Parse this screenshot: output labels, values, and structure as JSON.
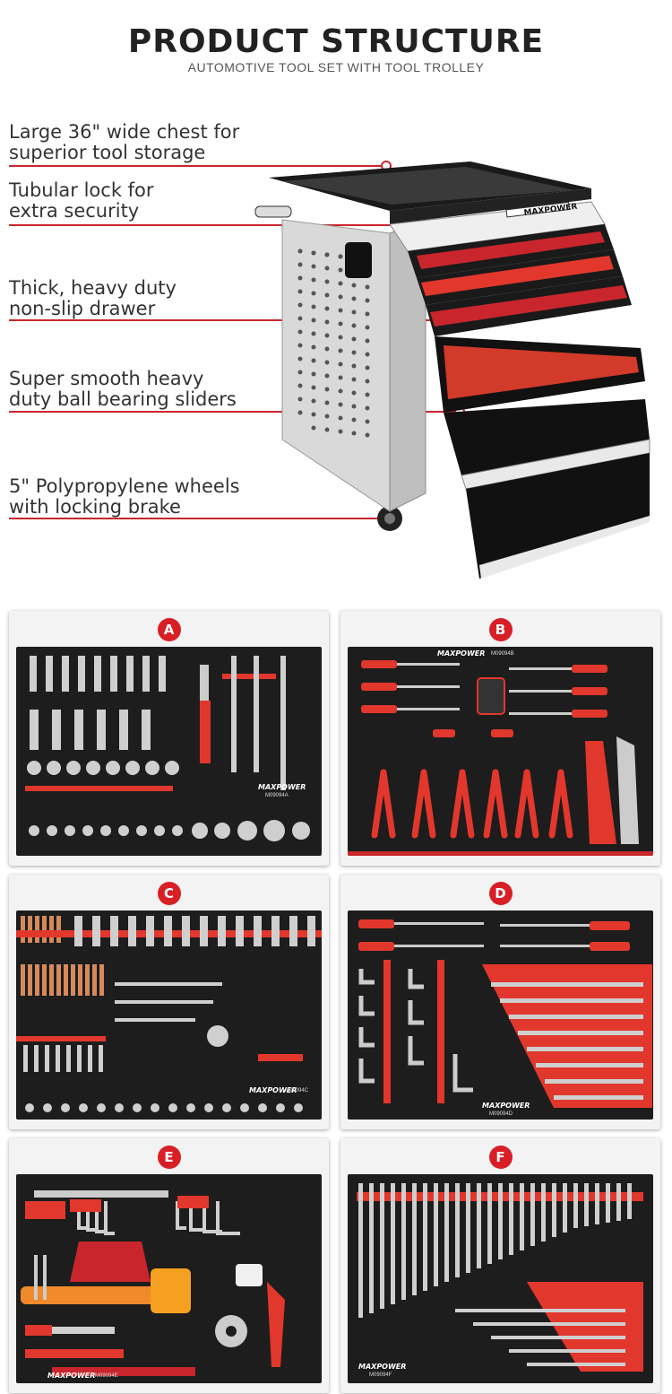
{
  "header": {
    "title": "PRODUCT STRUCTURE",
    "subtitle": "AUTOMOTIVE TOOL SET WITH TOOL TROLLEY"
  },
  "callouts": [
    {
      "line1": "Large 36\" wide chest for",
      "line2": "superior tool storage"
    },
    {
      "line1": "Tubular lock for",
      "line2": "extra security"
    },
    {
      "line1": "Thick, heavy duty",
      "line2": "non-slip drawer"
    },
    {
      "line1": "Super smooth heavy",
      "line2": "duty ball bearing sliders"
    },
    {
      "line1": "5\" Polypropylene wheels",
      "line2": "with locking brake"
    }
  ],
  "trolley": {
    "brand": "MAXPOWER"
  },
  "drawers": [
    {
      "letter": "A",
      "brand": "MAXPOWER",
      "code": "M09094A"
    },
    {
      "letter": "B",
      "brand": "MAXPOWER",
      "code": "M09094B"
    },
    {
      "letter": "C",
      "brand": "MAXPOWER",
      "code": "M09094C"
    },
    {
      "letter": "D",
      "brand": "MAXPOWER",
      "code": "M09094D"
    },
    {
      "letter": "E",
      "brand": "MAXPOWER",
      "code": "M09094E"
    },
    {
      "letter": "F",
      "brand": "MAXPOWER",
      "code": "M09094F"
    }
  ],
  "colors": {
    "accent": "#c8262c",
    "badge": "#d81f26",
    "tray": "#1d1d1d",
    "foam_red": "#e2372c",
    "chrome": "#cfcfcf"
  }
}
